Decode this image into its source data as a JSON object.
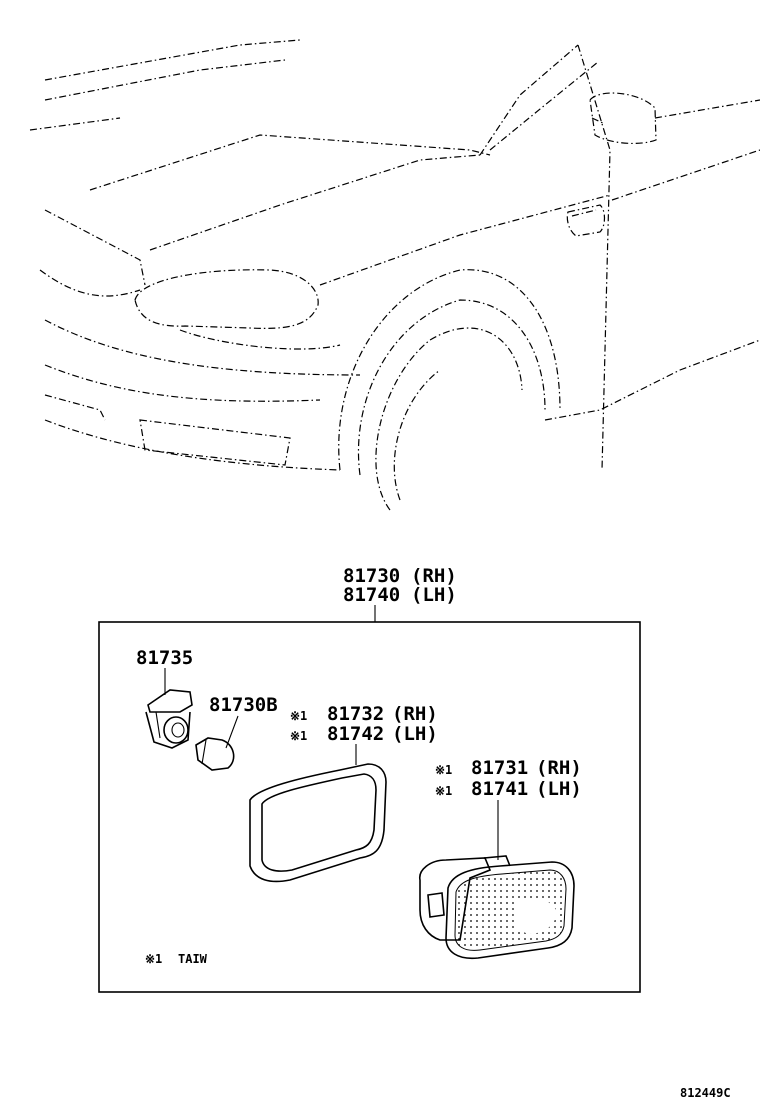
{
  "assembly": {
    "part_rh": "81730",
    "tag_rh": "(RH)",
    "part_lh": "81740",
    "tag_lh": "(LH)"
  },
  "parts": {
    "socket": {
      "number": "81735"
    },
    "bulb": {
      "number": "81730B"
    },
    "gasket": {
      "mark_rh": "※1",
      "number_rh": "81732",
      "tag_rh": "(RH)",
      "mark_lh": "※1",
      "number_lh": "81742",
      "tag_lh": "(LH)"
    },
    "lens": {
      "mark_rh": "※1",
      "number_rh": "81731",
      "tag_rh": "(RH)",
      "mark_lh": "※1",
      "number_lh": "81741",
      "tag_lh": "(LH)"
    }
  },
  "note": {
    "mark": "※1",
    "text": "TAIW"
  },
  "figure_id": "812449C"
}
